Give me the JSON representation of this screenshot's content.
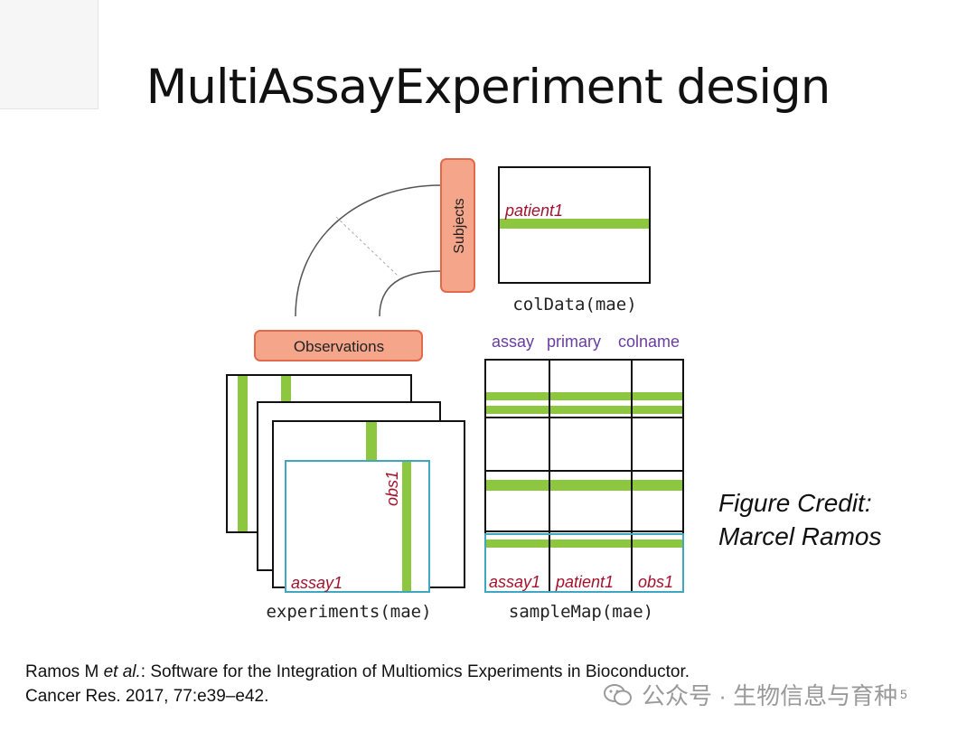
{
  "slide": {
    "title": "MultiAssayExperiment design",
    "credit_line1": "Figure Credit:",
    "credit_line2": "Marcel Ramos",
    "citation_author": "Ramos M ",
    "citation_etal": "et al.",
    "citation_rest1": ": Software for the Integration of Multiomics Experiments in Bioconductor.",
    "citation_line2": "Cancer Res. 2017, 77:e39–e42.",
    "watermark": "公众号 · 生物信息与育种",
    "page_number": "5"
  },
  "diagram": {
    "subjects_label": "Subjects",
    "observations_label": "Observations",
    "patient_label": "patient1",
    "coldata_caption": "colData(mae)",
    "samplemap_headers": [
      "assay",
      "primary",
      "colname"
    ],
    "samplemap_row_labels": [
      "assay1",
      "patient1",
      "obs1"
    ],
    "samplemap_caption": "sampleMap(mae)",
    "obs_label": "obs1",
    "assay_label": "assay1",
    "experiments_caption": "experiments(mae)",
    "colors": {
      "green": "#8dc63f",
      "salmon_fill": "#f4a58a",
      "salmon_stroke": "#e06a4a",
      "teal": "#3fa7c0",
      "purple": "#6a3ea1",
      "crimson": "#a3122c"
    }
  }
}
